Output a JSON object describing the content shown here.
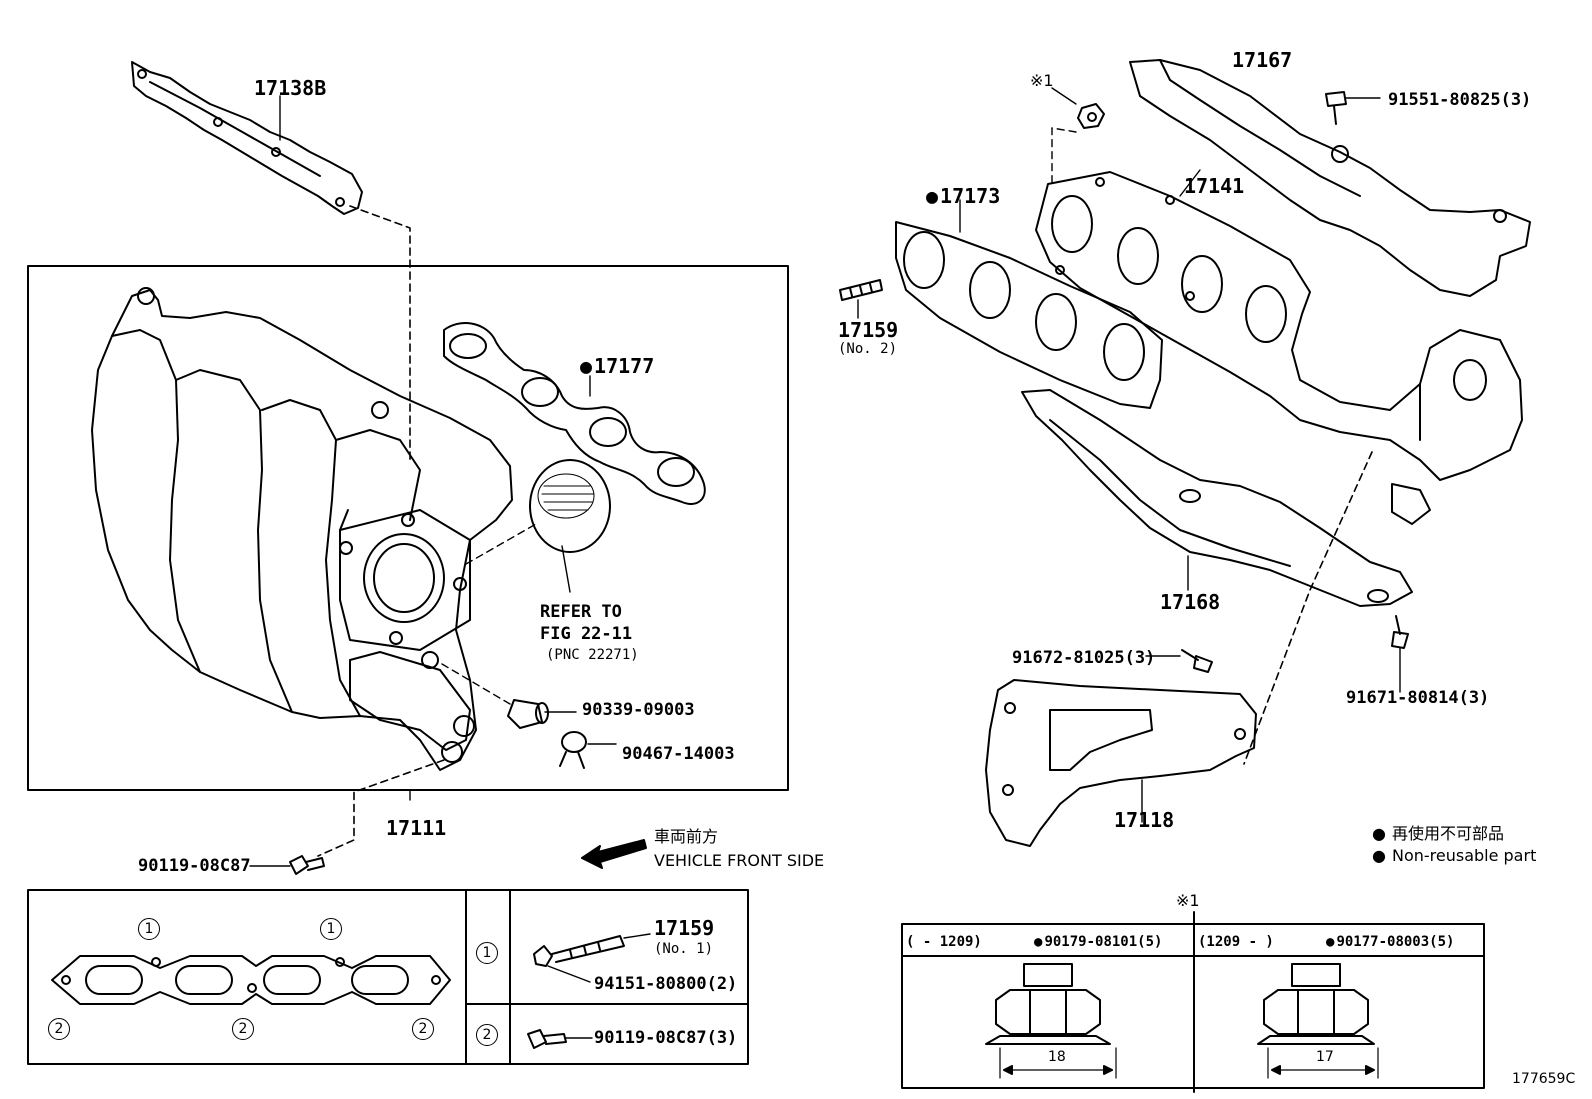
{
  "parts": {
    "p17138B": "17138B",
    "p17177": "17177",
    "refer_to": "REFER TO",
    "fig": "FIG 22-11",
    "pnc": "(PNC 22271)",
    "p90339": "90339-09003",
    "p90467": "90467-14003",
    "p17111": "17111",
    "p90119_single": "90119-08C87",
    "p17167": "17167",
    "p91551": "91551-80825(3)",
    "note1_mark": "※1",
    "p17141": "17141",
    "p17173": "17173",
    "p17159_top": "17159",
    "no2": "(No. 2)",
    "p17168": "17168",
    "p91672": "91672-81025(3)",
    "p91671": "91671-80814(3)",
    "p17118": "17118"
  },
  "direction": {
    "jp": "車両前方",
    "en": "VEHICLE FRONT SIDE"
  },
  "legend": {
    "jp": "再使用不可部品",
    "en": "Non-reusable part"
  },
  "sub_table": {
    "row1_mark": "1",
    "row2_mark": "2",
    "p17159": "17159",
    "no1": "(No. 1)",
    "p94151": "94151-80800(2)",
    "p90119": "90119-08C87(3)",
    "gasket_marks_top": [
      "1",
      "1"
    ],
    "gasket_marks_bottom": [
      "2",
      "2",
      "2"
    ]
  },
  "nut_table": {
    "mark": "※1",
    "col1_range": "(      - 1209)",
    "col1_part": "90179-08101(5)",
    "col2_range": "(1209 -       )",
    "col2_part": "90177-08003(5)",
    "size1": "18",
    "size2": "17"
  },
  "figure_id": "177659C"
}
